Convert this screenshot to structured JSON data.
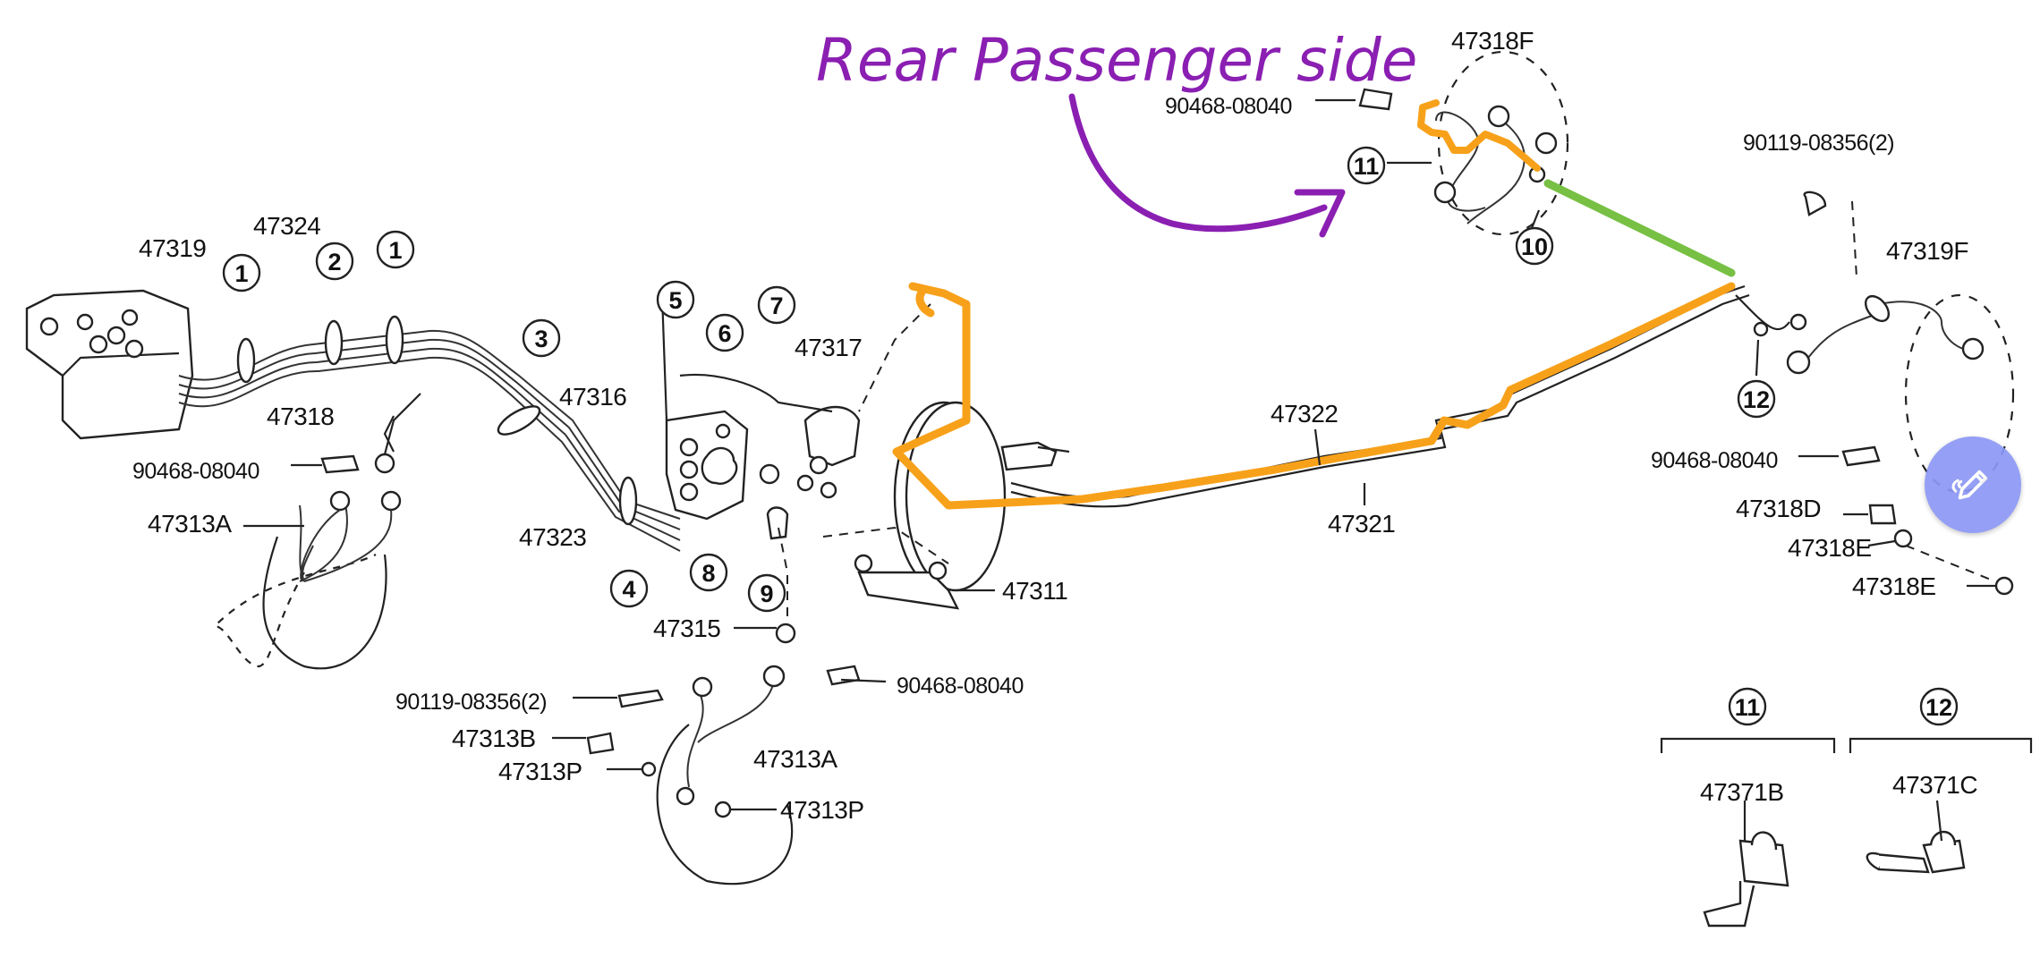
{
  "annotation": {
    "text": "Rear Passenger side",
    "color": "#8a1fb2"
  },
  "highlight_colors": {
    "orange": "#f7a11a",
    "green": "#77c043"
  },
  "labels": {
    "p47319": "47319",
    "p47324": "47324",
    "p47318": "47318",
    "p90468_left": "90468-08040",
    "p47313A_left": "47313A",
    "p47316": "47316",
    "p47323": "47323",
    "p47317": "47317",
    "p47315": "47315",
    "p90119_mid": "90119-08356(2)",
    "p47313B": "47313B",
    "p47313P_a": "47313P",
    "p47313A_mid": "47313A",
    "p47313P_b": "47313P",
    "p90468_mid": "90468-08040",
    "p47311": "47311",
    "p47322": "47322",
    "p47321": "47321",
    "p47318F": "47318F",
    "p90468_top": "90468-08040",
    "p90119_right": "90119-08356(2)",
    "p47319F": "47319F",
    "p90468_right": "90468-08040",
    "p47318D": "47318D",
    "p47318E_a": "47318E",
    "p47318E_b": "47318E",
    "p47371B": "47371B",
    "p47371C": "47371C"
  },
  "callouts": {
    "c1a": "1",
    "c1b": "1",
    "c2": "2",
    "c3": "3",
    "c4": "4",
    "c5": "5",
    "c6": "6",
    "c7": "7",
    "c8": "8",
    "c9": "9",
    "c10": "10",
    "c11": "11",
    "c12": "12",
    "c11_detail": "11",
    "c12_detail": "12"
  },
  "fab": {
    "icon": "edit-pencil-icon",
    "color": "#8b97f5"
  }
}
